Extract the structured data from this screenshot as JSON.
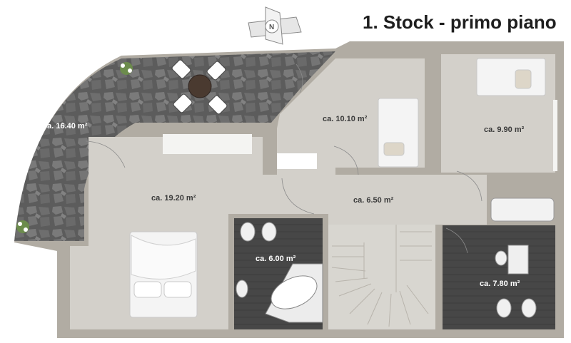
{
  "title": "1. Stock - primo piano",
  "compass": {
    "letter": "N"
  },
  "rooms": {
    "terrace": {
      "area": "ca. 16.40 m²"
    },
    "bedroom_master": {
      "area": "ca. 19.20 m²"
    },
    "bedroom_center": {
      "area": "ca. 10.10 m²"
    },
    "bedroom_right": {
      "area": "ca. 9.90 m²"
    },
    "hallway": {
      "area": "ca. 6.50 m²"
    },
    "bathroom_tub": {
      "area": "ca. 6.00 m²"
    },
    "bathroom_shower": {
      "area": "ca. 7.80 m²"
    }
  },
  "colors": {
    "wall": "#b1aca3",
    "floor": "#d3d0ca",
    "stone": "#5a5a5a",
    "bathroom_floor": "#4a4a4a",
    "text_dark": "#3a3a3a",
    "text_light": "#ffffff"
  }
}
